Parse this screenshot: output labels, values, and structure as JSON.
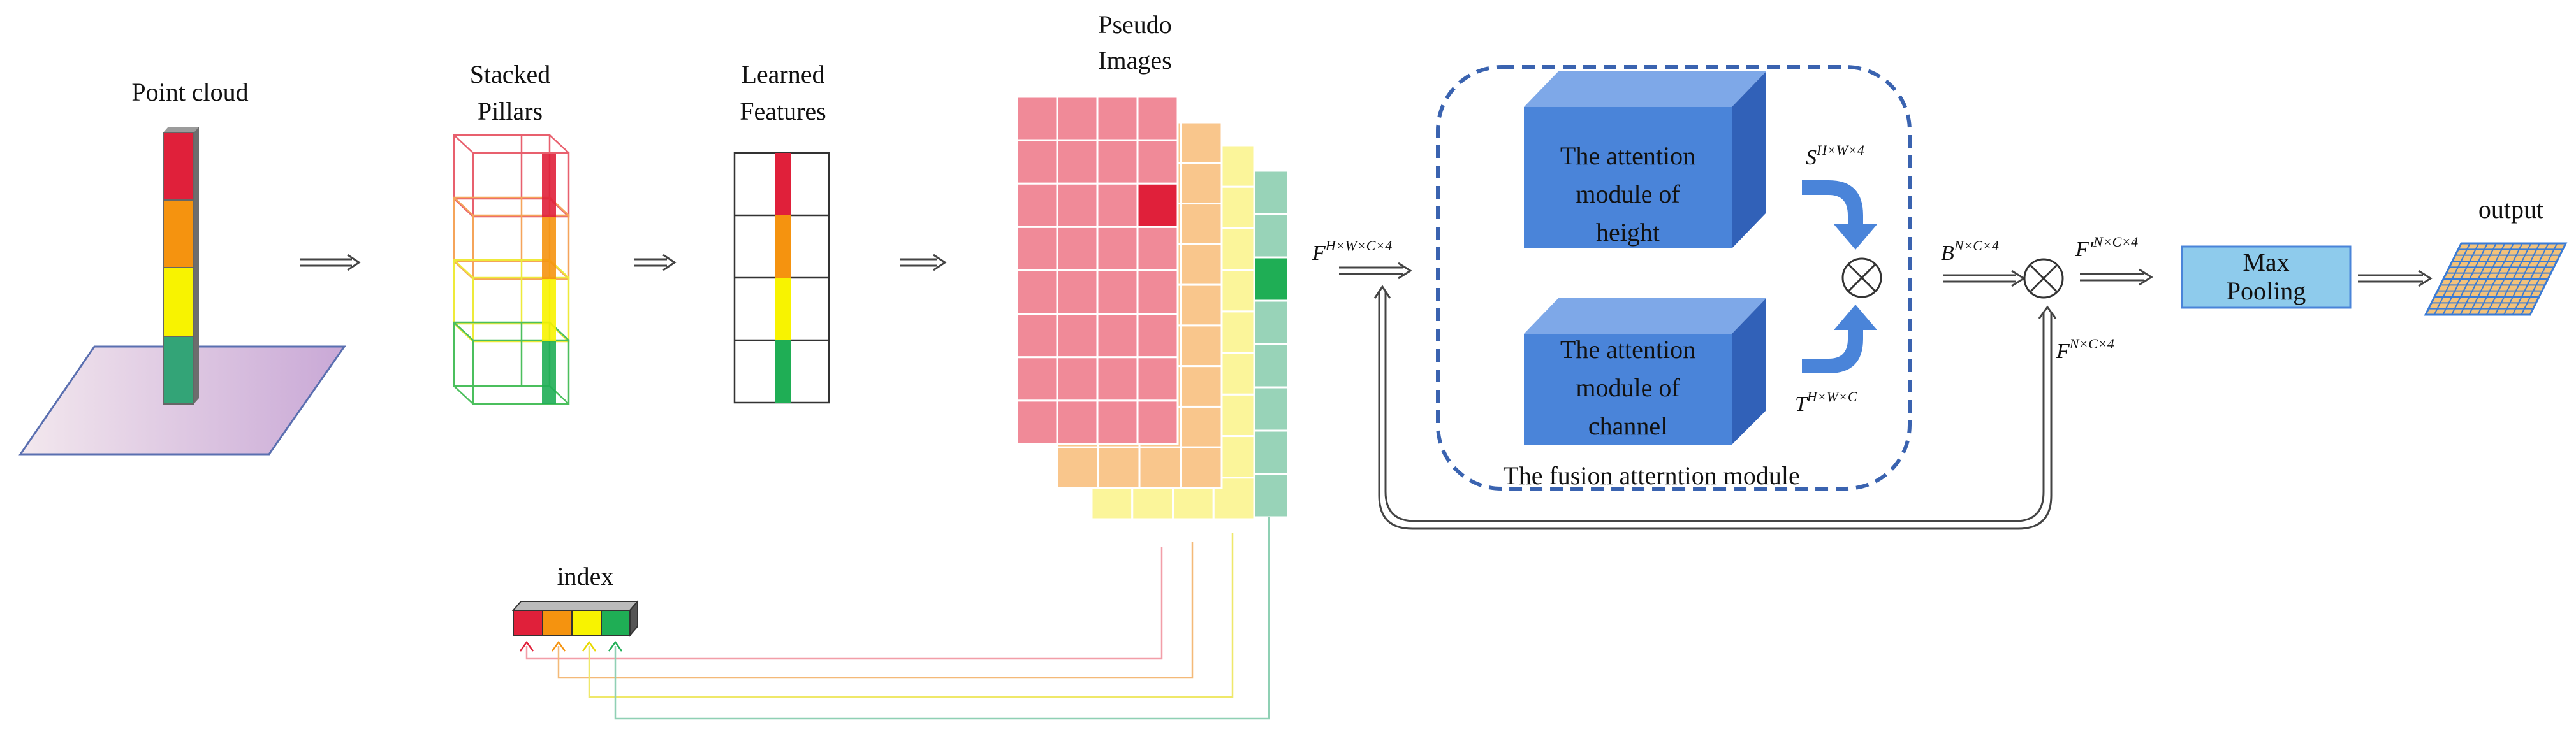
{
  "labels": {
    "point_cloud": "Point cloud",
    "stacked_pillars": [
      "Stacked",
      "Pillars"
    ],
    "learned_features": [
      "Learned",
      "Features"
    ],
    "pseudo_images": [
      "Pseudo",
      "Images"
    ],
    "index": "index",
    "output": "output",
    "fusion_module": "The fusion atterntion module"
  },
  "modules": {
    "height": [
      "The attention",
      "module of",
      "height"
    ],
    "channel": [
      "The attention",
      "module of",
      "channel"
    ],
    "max_pooling": [
      "Max",
      "Pooling"
    ]
  },
  "math": {
    "F_in": {
      "base": "F",
      "sup": "H×W×C×4"
    },
    "S": {
      "base": "S",
      "sup": "H×W×4"
    },
    "T": {
      "base": "T",
      "sup": "H×W×C"
    },
    "B": {
      "base": "B",
      "sup": "N×C×4"
    },
    "F_prime": {
      "base": "F'",
      "sup": "N×C×4"
    },
    "F_skip": {
      "base": "F",
      "sup": "N×C×4"
    }
  },
  "colors": {
    "red": "#e0203a",
    "orange": "#f5930f",
    "yellow": "#f8f300",
    "green": "#1fae55",
    "pink": "#f08a98",
    "peach": "#f9c68c",
    "light_yellow": "#fbf59a",
    "mint": "#98d3b8",
    "module_blue": "#4a84d9",
    "fusion_border": "#3a63b0",
    "pool_blue": "#8ecbec"
  }
}
